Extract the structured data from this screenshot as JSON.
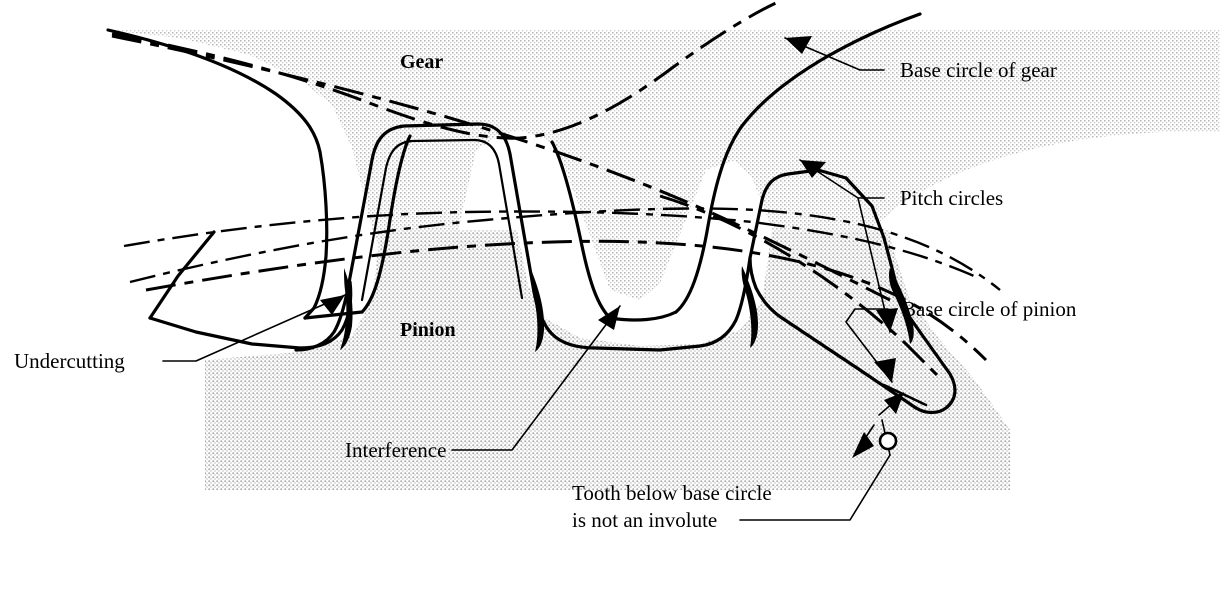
{
  "figure": {
    "title": "Gear tooth interference and undercutting",
    "background_color": "#ffffff",
    "ink_color": "#000000",
    "shading_color": "#d9d9d9"
  },
  "inline_labels": {
    "gear": "Gear",
    "pinion": "Pinion"
  },
  "callouts": {
    "base_circle_of_gear": "Base circle of gear",
    "pitch_circles": "Pitch circles",
    "base_circle_of_pinion": "Base circle of pinion",
    "undercutting": "Undercutting",
    "interference": "Interference",
    "tooth_below_line1": "Tooth below base circle",
    "tooth_below_line2": "is not an involute"
  },
  "icons": {
    "arrowhead": "arrow-head-icon",
    "dimension_circle": "dimension-origin-circle-icon"
  }
}
